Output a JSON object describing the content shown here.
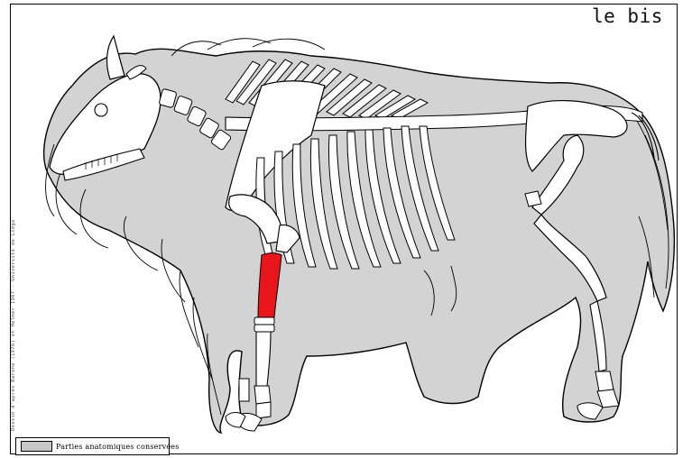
{
  "title": "le bis",
  "vertical_credit": "Dessin d'après Barone (1976) et Helmer 1987 - Université de Liège",
  "legend": {
    "label": "Parties anatomiques conservées",
    "swatch_color": "#c8c8c8"
  },
  "colors": {
    "body_silhouette": "#d3d3d3",
    "bone_fill": "#ffffff",
    "highlighted_bone": "#e8151b",
    "outline": "#000000"
  },
  "highlighted_part": "radius-ulna"
}
